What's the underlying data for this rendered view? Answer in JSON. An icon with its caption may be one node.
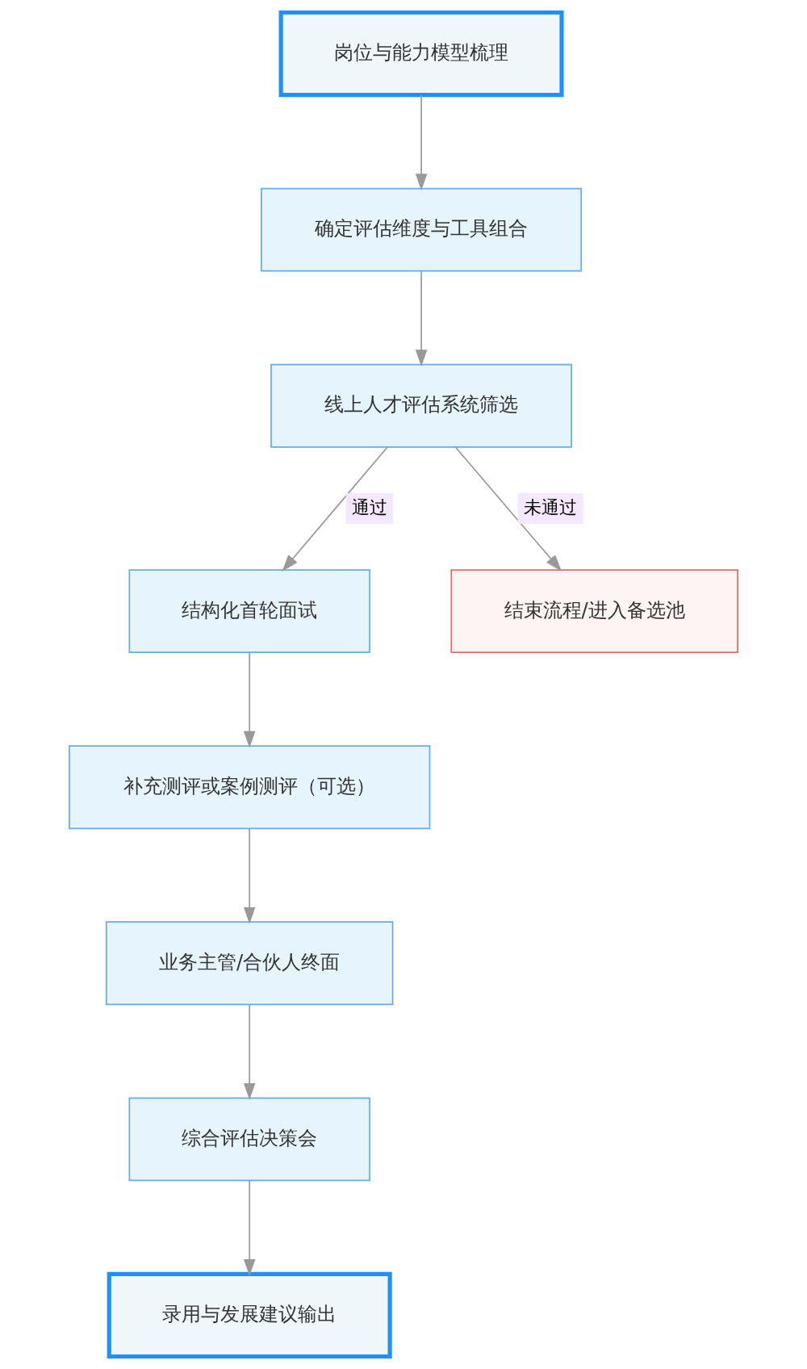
{
  "diagram": {
    "nodes": [
      {
        "text": [
          "岗位与能力模型梳理"
        ]
      },
      {
        "text": [
          "确定评估维度与工具组合"
        ]
      },
      {
        "text": [
          "线上人才评估系统筛选"
        ]
      },
      {
        "text": [
          "结构化首轮面试"
        ]
      },
      {
        "text": [
          "结束流程/进入备选池"
        ]
      },
      {
        "text": [
          "补充测评或案例测评（可选）"
        ]
      },
      {
        "text": [
          "业务主管/合伙人终面"
        ]
      },
      {
        "text": [
          "综合评估决策会"
        ]
      },
      {
        "text": [
          "录用与发展建议输出"
        ]
      }
    ],
    "edges": [
      {
        "from": 0,
        "to": 1,
        "arrow": "to"
      },
      {
        "from": 1,
        "to": 2,
        "arrow": "to"
      },
      {
        "from": 2,
        "to": 3,
        "arrow": "to",
        "label": "通过"
      },
      {
        "from": 2,
        "to": 4,
        "arrow": "to",
        "label": "未通过"
      },
      {
        "from": 3,
        "to": 5,
        "arrow": "to"
      },
      {
        "from": 5,
        "to": 6,
        "arrow": "to"
      },
      {
        "from": 6,
        "to": 7,
        "arrow": "to"
      },
      {
        "from": 7,
        "to": 8,
        "arrow": "to"
      }
    ]
  }
}
